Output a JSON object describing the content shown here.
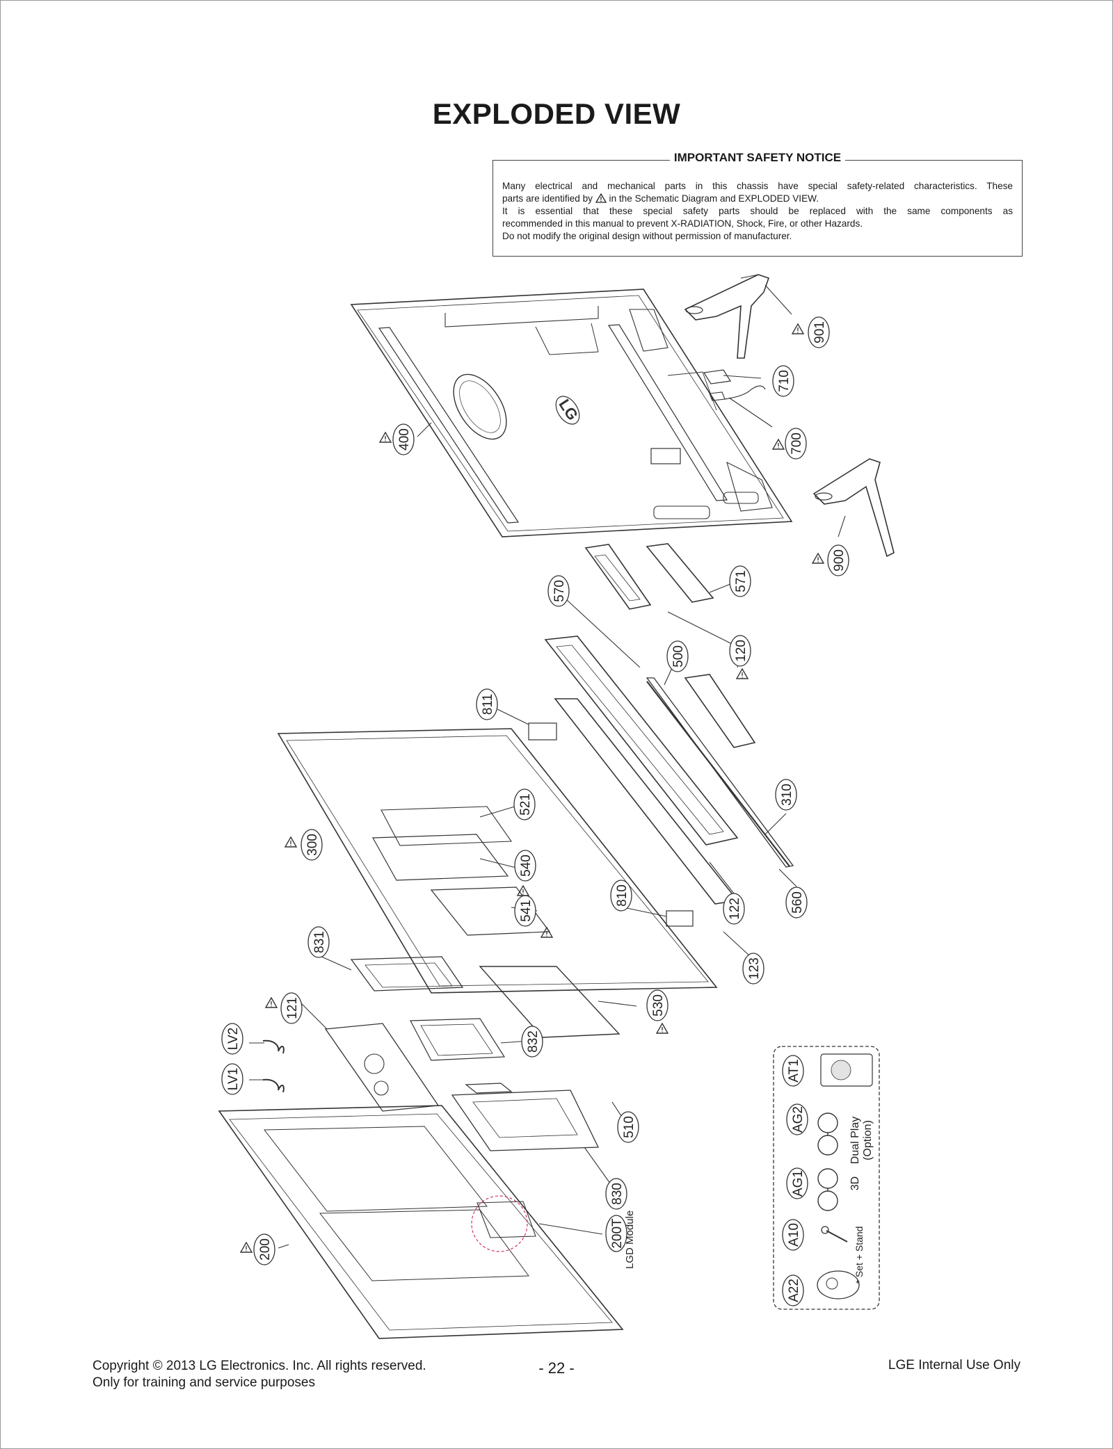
{
  "title": "EXPLODED VIEW",
  "notice": {
    "heading": "IMPORTANT SAFETY NOTICE",
    "line1": "Many electrical and mechanical parts in this chassis have special safety-related characteristics. These",
    "line2_a": "parts are identified by",
    "line2_b": "in the Schematic Diagram and EXPLODED VIEW.",
    "line3": "It is essential that these special safety parts should be replaced with the same components as",
    "line4": "recommended in this manual to prevent X-RADIATION, Shock, Fire, or other Hazards.",
    "line5": "Do not modify the original design without permission of manufacturer."
  },
  "part_labels": {
    "p901": "901",
    "p710": "710",
    "p700": "700",
    "p400": "400",
    "p900": "900",
    "p570": "570",
    "p571": "571",
    "p500": "500",
    "p120": "120",
    "p811": "811",
    "p310": "310",
    "p521": "521",
    "p300": "300",
    "p540": "540",
    "p541": "541",
    "p810": "810",
    "p122": "122",
    "p560": "560",
    "p831": "831",
    "p123": "123",
    "p121": "121",
    "p530": "530",
    "pLV2": "LV2",
    "p832": "832",
    "pLV1": "LV1",
    "p510": "510",
    "p830": "830",
    "p200": "200",
    "p200T": "200T",
    "pAT1": "AT1",
    "pAG2": "AG2",
    "pAG1": "AG1",
    "pA10": "A10",
    "pA22": "A22"
  },
  "accessory_notes": {
    "lgd_module": "LGD Module",
    "dual_play_1": "Dual Play",
    "dual_play_2": "(Option)",
    "three_d": "3D",
    "set_stand": "* Set + Stand"
  },
  "footer": {
    "copyright": "Copyright  © 2013 LG Electronics. Inc. All rights reserved.",
    "training": "Only for training and service purposes",
    "page": "- 22 -",
    "internal": "LGE Internal Use Only"
  },
  "logo_text": "LG"
}
